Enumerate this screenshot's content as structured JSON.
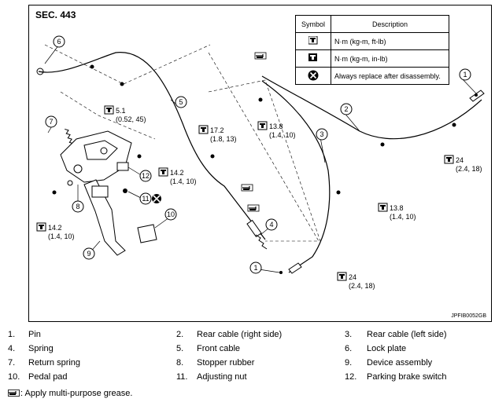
{
  "section_label": "SEC. 443",
  "figure_id": "JPFIB0052GB",
  "symbol_table": {
    "headers": [
      "Symbol",
      "Description"
    ],
    "rows": [
      {
        "icon": "torque-wrench-icon",
        "description": "N·m (kg-m, ft-lb)"
      },
      {
        "icon": "torque-wrench-small-icon",
        "description": "N·m (kg-m, in-lb)"
      },
      {
        "icon": "replace-part-icon",
        "description": "Always replace after disassembly."
      }
    ]
  },
  "torque_callouts": [
    {
      "value": "5.1",
      "detail": "(0.52, 45)"
    },
    {
      "value": "17.2",
      "detail": "(1.8, 13)"
    },
    {
      "value": "13.8",
      "detail": "(1.4, 10)"
    },
    {
      "value": "14.2",
      "detail": "(1.4, 10)"
    },
    {
      "value": "14.2",
      "detail": "(1.4, 10)"
    },
    {
      "value": "24",
      "detail": "(2.4, 18)"
    },
    {
      "value": "13.8",
      "detail": "(1.4, 10)"
    },
    {
      "value": "24",
      "detail": "(2.4, 18)"
    }
  ],
  "callout_numbers": [
    "1",
    "2",
    "3",
    "4",
    "5",
    "6",
    "7",
    "8",
    "9",
    "10",
    "11",
    "12",
    "1"
  ],
  "legend": [
    [
      {
        "n": "1.",
        "t": "Pin"
      },
      {
        "n": "2.",
        "t": "Rear cable (right side)"
      },
      {
        "n": "3.",
        "t": "Rear cable (left side)"
      }
    ],
    [
      {
        "n": "4.",
        "t": "Spring"
      },
      {
        "n": "5.",
        "t": "Front cable"
      },
      {
        "n": "6.",
        "t": "Lock plate"
      }
    ],
    [
      {
        "n": "7.",
        "t": "Return spring"
      },
      {
        "n": "8.",
        "t": "Stopper rubber"
      },
      {
        "n": "9.",
        "t": "Device assembly"
      }
    ],
    [
      {
        "n": "10.",
        "t": "Pedal pad"
      },
      {
        "n": "11.",
        "t": "Adjusting nut"
      },
      {
        "n": "12.",
        "t": "Parking brake switch"
      }
    ]
  ],
  "grease_note": ": Apply multi-purpose grease."
}
